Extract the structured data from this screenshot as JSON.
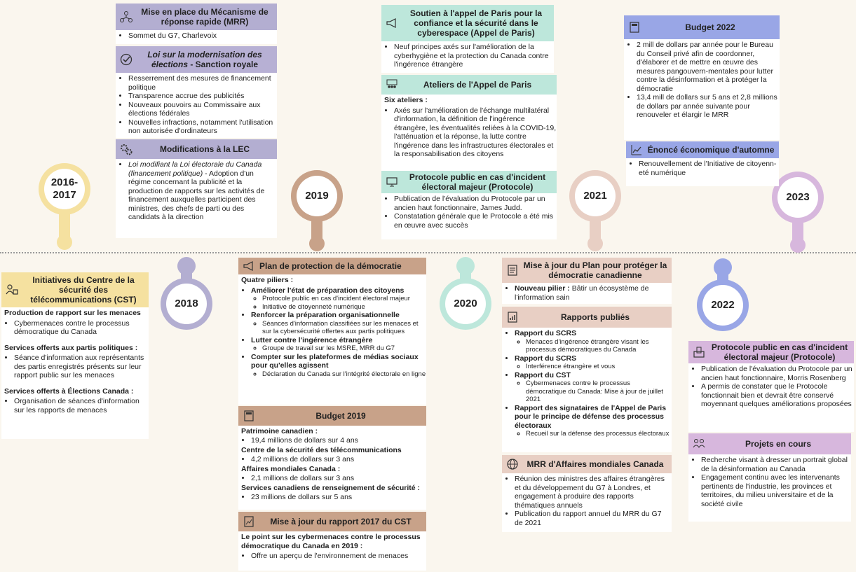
{
  "years": {
    "y2016": "2016-\n2017",
    "y2018": "2018",
    "y2019": "2019",
    "y2020": "2020",
    "y2021": "2021",
    "y2022": "2022",
    "y2023": "2023"
  },
  "colors": {
    "yellow": "#f5e1a0",
    "purple": "#b3aed1",
    "tan": "#c8a289",
    "green": "#bde7db",
    "pink": "#e8cfc4",
    "blue": "#99a6e6",
    "mauve": "#d7b7dd"
  },
  "cst": {
    "title": "Initiatives du Centre de la sécurité des télécommunications (CST)",
    "s1": "Production de rapport sur les menaces",
    "s1_items": [
      "Cybermenaces contre le processus démocratique du Canada"
    ],
    "s2": "Services offerts aux partis politiques :",
    "s2_items": [
      "Séance d'information aux représentants des partis enregistrés présents sur leur rapport public sur les menaces"
    ],
    "s3": "Services offerts à Élections Canada :",
    "s3_items": [
      "Organisation de séances d'information sur les rapports de menaces"
    ]
  },
  "mrr": {
    "title": "Mise en place du Mécanisme de réponse rapide (MRR)",
    "items": [
      "Sommet du G7, Charlevoix"
    ]
  },
  "loi": {
    "title_it": "Loi sur la modernisation des élections",
    "title_rest": " - Sanction royale",
    "items": [
      "Resserrement des mesures de financement politique",
      "Transparence accrue des publicités",
      "Nouveaux pouvoirs au Commissaire aux élections fédérales",
      "Nouvelles infractions, notamment l'utilisation non autorisée d'ordinateurs"
    ]
  },
  "lec": {
    "title": "Modifications à la LEC",
    "item_it": "Loi modifiant la Loi électorale du Canada (financement politique)",
    "item_rest": " - Adoption d'un régime concernant la publicité et la production de rapports sur les activités de financement auxquelles participent des ministres, des chefs de parti ou des candidats à la direction"
  },
  "plan": {
    "title": "Plan de protection de la démocratie",
    "intro": "Quatre piliers :",
    "pillars": [
      {
        "label": "Améliorer l'état de préparation des citoyens",
        "subs": [
          "Protocole public en cas d'incident électoral majeur",
          "Initiative de citoyenneté numérique"
        ]
      },
      {
        "label": "Renforcer la préparation organisationnelle",
        "subs": [
          "Séances d'information classifiées sur les menaces et sur la cybersécurité offertes aux partis politiques"
        ]
      },
      {
        "label": "Lutter contre l'ingérence étrangère",
        "subs": [
          "Groupe de travail sur les MSRE, MRR du G7"
        ]
      },
      {
        "label": "Compter sur les plateformes de médias sociaux pour qu'elles agissent",
        "subs": [
          "Déclaration du Canada sur l'intégrité électorale en ligne"
        ]
      }
    ]
  },
  "budget2019": {
    "title": "Budget 2019",
    "groups": [
      {
        "label": "Patrimoine canadien :",
        "items": [
          "19,4 millions de dollars sur 4 ans"
        ]
      },
      {
        "label": "Centre de la sécurité des télécommunications",
        "items": [
          "4,2 millions de dollars sur 3 ans"
        ]
      },
      {
        "label": "Affaires mondiales Canada :",
        "items": [
          "2,1 millions de dollars sur 3 ans"
        ]
      },
      {
        "label": "Services canadiens de renseignement de sécurité :",
        "items": [
          "23 millions de dollars sur 5 ans"
        ]
      }
    ]
  },
  "cst2017": {
    "title": "Mise à jour du rapport 2017 du CST",
    "lead": "Le point sur les cybermenaces contre le processus démocratique du Canada en 2019 :",
    "items": [
      "Offre un aperçu de l'environnement de menaces"
    ]
  },
  "appel": {
    "title": "Soutien à l'appel de Paris pour la confiance et la sécurité dans le cyberespace (Appel de Paris)",
    "items": [
      "Neuf principes axés sur l'amélioration de la cyberhygiène et la protection du Canada contre l'ingérence étrangère"
    ]
  },
  "ateliers": {
    "title": "Ateliers de l'Appel de Paris",
    "lead": "Six ateliers :",
    "items": [
      "Axés sur l'amélioration de l'échange multilatéral d'information, la définition de l'ingérence étrangère, les éventualités reliées à la COVID-19, l'atténuation et la réponse, la lutte contre l'ingérence dans les infrastructures électorales et la responsabilisation des citoyens"
    ]
  },
  "proto2020": {
    "title": "Protocole public en cas d'incident électoral majeur (Protocole)",
    "items": [
      "Publication de l'évaluation du Protocole par un ancien haut fonctionnaire, James Judd.",
      "Constatation générale que le Protocole a été mis en œuvre avec succès"
    ]
  },
  "miseajour": {
    "title": "Mise à jour du Plan pour protéger la démocratie canadienne",
    "item_b": "Nouveau pilier : ",
    "item_rest": "Bâtir un écosystème de l'information sain"
  },
  "rapports": {
    "title": "Rapports publiés",
    "items": [
      {
        "label": "Rapport du SCRS",
        "subs": [
          "Menaces d'ingérence étrangère visant les processus démocratiques du Canada"
        ]
      },
      {
        "label": "Rapport du SCRS",
        "subs": [
          "Interférence étrangère et vous"
        ]
      },
      {
        "label": "Rapport du CST",
        "subs": [
          "Cybermenaces contre le processus démocratique du Canada: Mise à jour de juillet 2021"
        ]
      },
      {
        "label": "Rapport des signataires de l'Appel de Paris pour le principe de défense des processus électoraux",
        "subs": [
          "Recueil sur la défense des processus électoraux"
        ]
      }
    ]
  },
  "mrram": {
    "title": "MRR d'Affaires mondiales Canada",
    "items": [
      "Réunion des ministres des affaires étrangères et du développement du G7 à Londres, et engagement à produire des rapports thématiques annuels",
      "Publication du rapport annuel du MRR du G7 de 2021"
    ]
  },
  "budget2022": {
    "title": "Budget 2022",
    "items": [
      "2 mill de dollars par année pour le Bureau du Conseil privé afin de coordonner, d'élaborer et de mettre en œuvre des mesures pangouvern-mentales pour lutter contre la désinformation et à protéger la démocratie",
      "13,4 mill de dollars sur 5 ans et 2,8 millions de dollars par année suivante pour renouveler et élargir le MRR"
    ]
  },
  "enonce": {
    "title": "Énoncé économique d'automne",
    "items": [
      "Renouvellement de l'Initiative de citoyenn-eté numérique"
    ]
  },
  "proto2022": {
    "title": "Protocole public en cas d'incident électoral majeur (Protocole)",
    "items": [
      "Publication de l'évaluation du Protocole par un ancien haut fonctionnaire, Morris Rosenberg",
      "A permis de constater que le Protocole fonctionnait bien et devrait être conservé moyennant quelques améliorations proposées"
    ]
  },
  "projets": {
    "title": "Projets en cours",
    "items": [
      "Recherche visant à dresser un portrait global de la désinformation au Canada",
      "Engagement continu avec les intervenants pertinents de l'industrie, les provinces et territoires, du milieu universitaire et de la société civile"
    ]
  }
}
